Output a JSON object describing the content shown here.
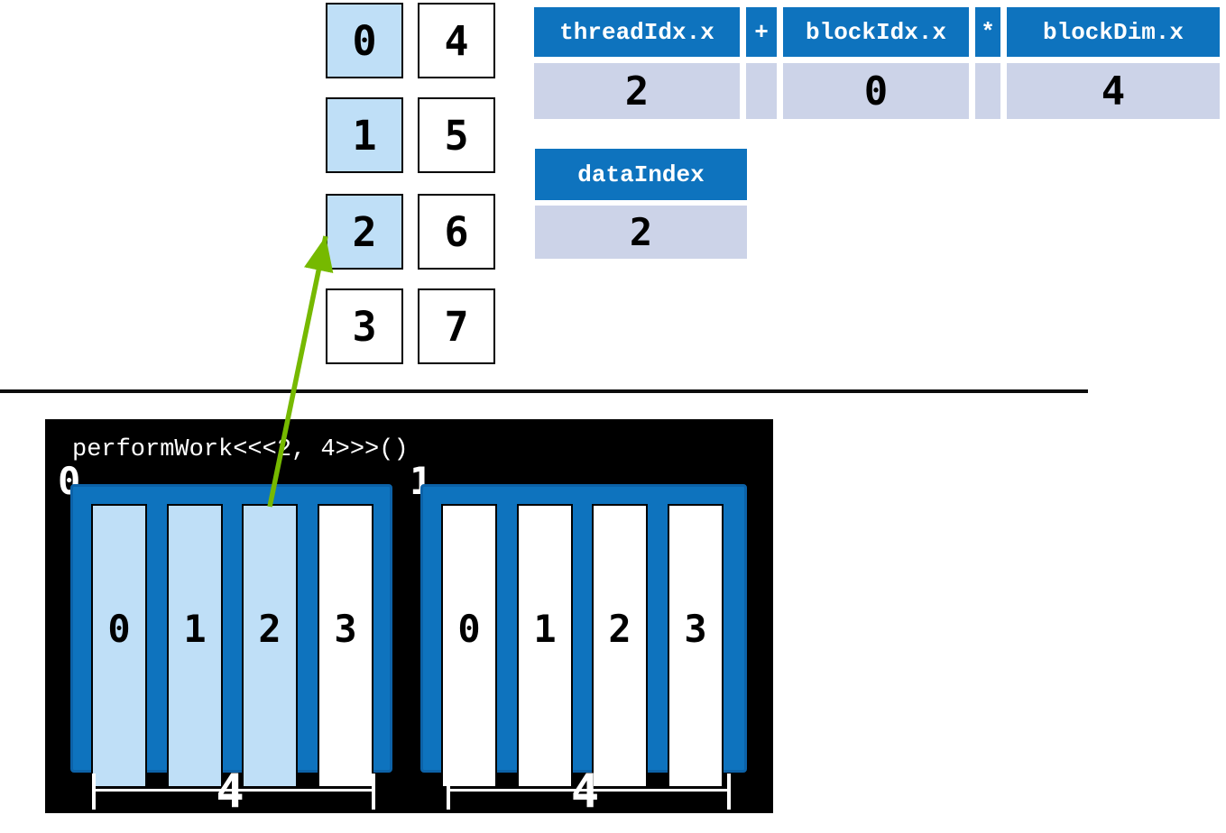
{
  "colors": {
    "table_header_blue": "#0e73be",
    "block_blue": "#0e73be",
    "highlight_light_blue": "#bfdff7",
    "value_cell_lavender": "#ccd3e8",
    "arrow_green": "#76b900",
    "panel_background": "#000000"
  },
  "data_array": {
    "left_column": [
      {
        "value": "0",
        "highlighted": true
      },
      {
        "value": "1",
        "highlighted": true
      },
      {
        "value": "2",
        "highlighted": true
      },
      {
        "value": "3",
        "highlighted": false
      }
    ],
    "right_column": [
      {
        "value": "4",
        "highlighted": false
      },
      {
        "value": "5",
        "highlighted": false
      },
      {
        "value": "6",
        "highlighted": false
      },
      {
        "value": "7",
        "highlighted": false
      }
    ]
  },
  "formula_table": {
    "cells": [
      {
        "header": "threadIdx.x",
        "value": "2"
      },
      {
        "header": "+",
        "value": ""
      },
      {
        "header": "blockIdx.x",
        "value": "0"
      },
      {
        "header": "*",
        "value": ""
      },
      {
        "header": "blockDim.x",
        "value": "4"
      }
    ]
  },
  "data_index_table": {
    "header": "dataIndex",
    "value": "2"
  },
  "kernel_panel": {
    "launch_code": "performWork<<<2, 4>>>()",
    "blocks": [
      {
        "label": "0",
        "dim_label": "4",
        "threads": [
          {
            "label": "0",
            "highlighted": true
          },
          {
            "label": "1",
            "highlighted": true
          },
          {
            "label": "2",
            "highlighted": true
          },
          {
            "label": "3",
            "highlighted": false
          }
        ]
      },
      {
        "label": "1",
        "dim_label": "4",
        "threads": [
          {
            "label": "0",
            "highlighted": false
          },
          {
            "label": "1",
            "highlighted": false
          },
          {
            "label": "2",
            "highlighted": false
          },
          {
            "label": "3",
            "highlighted": false
          }
        ]
      }
    ]
  },
  "arrow": {
    "from": "block 0 thread 2",
    "to": "data element 2"
  }
}
